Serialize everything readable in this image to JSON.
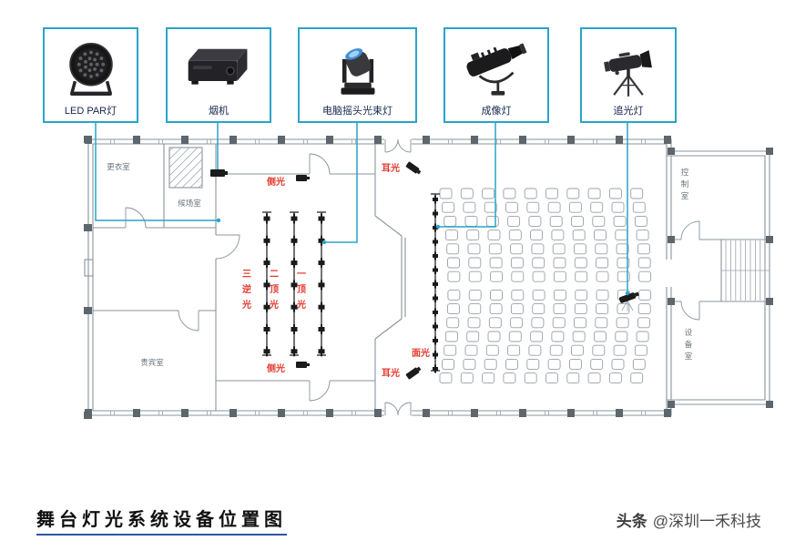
{
  "title": "舞台灯光系统设备位置图",
  "watermark": {
    "brand": "头条",
    "handle": "@深圳一禾科技"
  },
  "colors": {
    "accent": "#2aa4c9",
    "label_red": "#e23b2e",
    "wall_gray": "#8a949c"
  },
  "equipment": [
    {
      "id": "led-par",
      "label": "LED PAR灯"
    },
    {
      "id": "fog-machine",
      "label": "烟机"
    },
    {
      "id": "moving-head",
      "label": "电脑摇头光束灯"
    },
    {
      "id": "profile-spot",
      "label": "成像灯"
    },
    {
      "id": "follow-spot",
      "label": "追光灯"
    }
  ],
  "plan": {
    "rooms": [
      {
        "id": "dressing",
        "label": "更衣室"
      },
      {
        "id": "waiting",
        "label": "候场室"
      },
      {
        "id": "vip",
        "label": "贵宾室"
      },
      {
        "id": "control",
        "label": "控制室"
      },
      {
        "id": "equipment",
        "label": "设备室"
      }
    ],
    "lights": {
      "side_top": "侧光",
      "side_bottom": "侧光",
      "ear_top": "耳光",
      "ear_bottom": "耳光",
      "face": "面光",
      "batten_back": "三逆光",
      "batten_mid": "二顶光",
      "batten_front": "一顶光"
    }
  }
}
